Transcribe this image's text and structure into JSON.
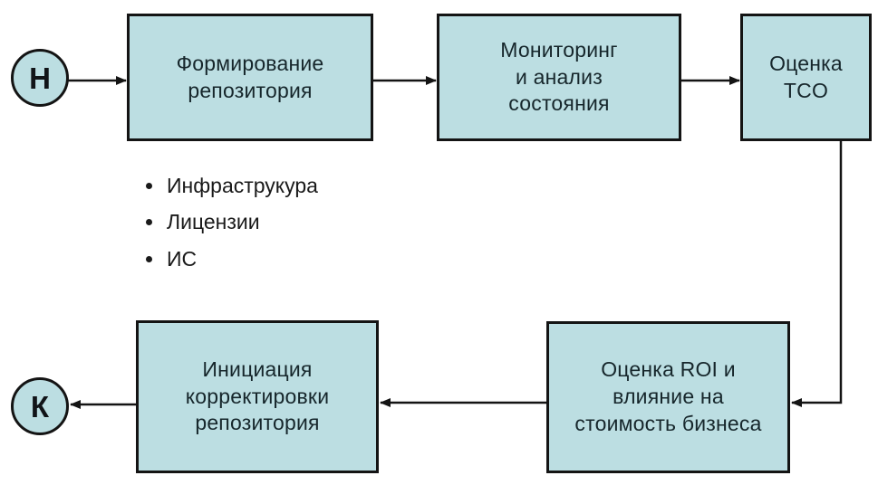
{
  "diagram": {
    "type": "flowchart",
    "start": {
      "label": "Н"
    },
    "end": {
      "label": "К"
    },
    "nodes": [
      {
        "id": "form-repo",
        "label": "Формирование\nрепозитория"
      },
      {
        "id": "monitoring",
        "label": "Мониторинг\nи анализ\nсостояния"
      },
      {
        "id": "tco",
        "label": "Оценка\nTCO"
      },
      {
        "id": "roi",
        "label": "Оценка ROI и\nвлияние на\nстоимость бизнеса"
      },
      {
        "id": "correction",
        "label": "Инициация\nкорректировки\nрепозитория"
      }
    ],
    "edges": [
      {
        "from": "start",
        "to": "form-repo"
      },
      {
        "from": "form-repo",
        "to": "monitoring"
      },
      {
        "from": "monitoring",
        "to": "tco"
      },
      {
        "from": "tco",
        "to": "roi"
      },
      {
        "from": "roi",
        "to": "correction"
      },
      {
        "from": "correction",
        "to": "end"
      }
    ],
    "annotations": {
      "bullets": [
        "Инфраструкура",
        "Лицензии",
        "ИС"
      ]
    },
    "colors": {
      "node_fill": "#bcdee2",
      "node_border": "#141414",
      "node_text": "#16262b",
      "arrow": "#141414",
      "background": "#ffffff"
    }
  }
}
